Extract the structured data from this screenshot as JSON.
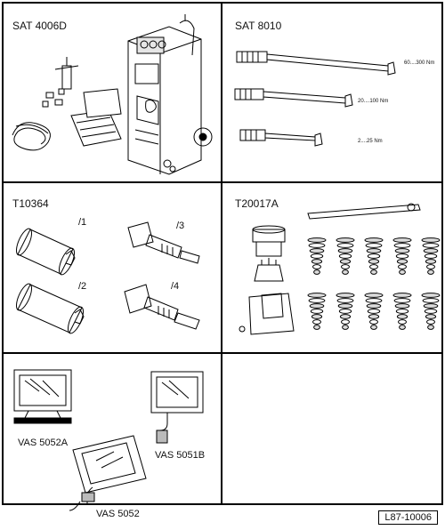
{
  "cells": {
    "sat4006d": {
      "title": "SAT 4006D"
    },
    "sat8010": {
      "title": "SAT 8010",
      "wrenches": [
        {
          "range": "60....300 Nm"
        },
        {
          "range": "20....100 Nm"
        },
        {
          "range": "2....25 Nm"
        }
      ]
    },
    "t10364": {
      "title": "T10364",
      "parts": [
        "/1",
        "/2",
        "/3",
        "/4"
      ]
    },
    "t20017a": {
      "title": "T20017A"
    },
    "vas": {
      "labels": {
        "a": "VAS 5052A",
        "b": "VAS 5051B",
        "c": "VAS 5052"
      }
    }
  },
  "reference": "L87-10006",
  "icons": [
    "ac-service-station-icon",
    "torque-wrench-icon",
    "socket-icon",
    "spring-set-icon",
    "diagnostic-tester-icon"
  ]
}
